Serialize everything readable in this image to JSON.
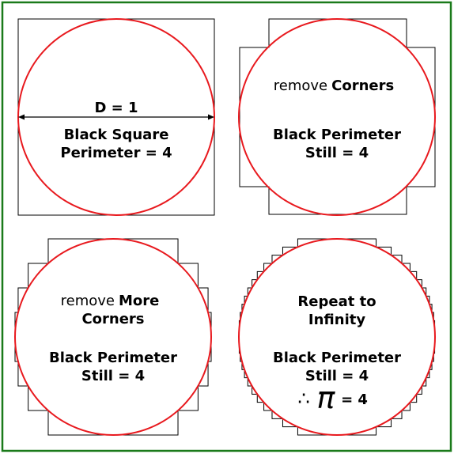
{
  "colors": {
    "frame": "#1a7a1a",
    "circle": "#e8191e",
    "square": "#000000",
    "text": "#000000",
    "background": "#ffffff"
  },
  "panels": [
    {
      "id": "panel-1",
      "diameter_label": "D = 1",
      "line_1": "Black Square",
      "line_2": "Perimeter = 4"
    },
    {
      "id": "panel-2",
      "remove_prefix": "remove",
      "remove_word": "Corners",
      "line_1": "Black Perimeter",
      "line_2": "Still = 4"
    },
    {
      "id": "panel-3",
      "remove_prefix": "remove",
      "remove_word": "More",
      "remove_word_2": "Corners",
      "line_1": "Black Perimeter",
      "line_2": "Still = 4"
    },
    {
      "id": "panel-4",
      "heading_1": "Repeat to",
      "heading_2": "Infinity",
      "line_1": "Black Perimeter",
      "line_2": "Still = 4",
      "conclusion_symbol": "∴",
      "pi_symbol": "π",
      "conclusion_value": "= 4"
    }
  ]
}
